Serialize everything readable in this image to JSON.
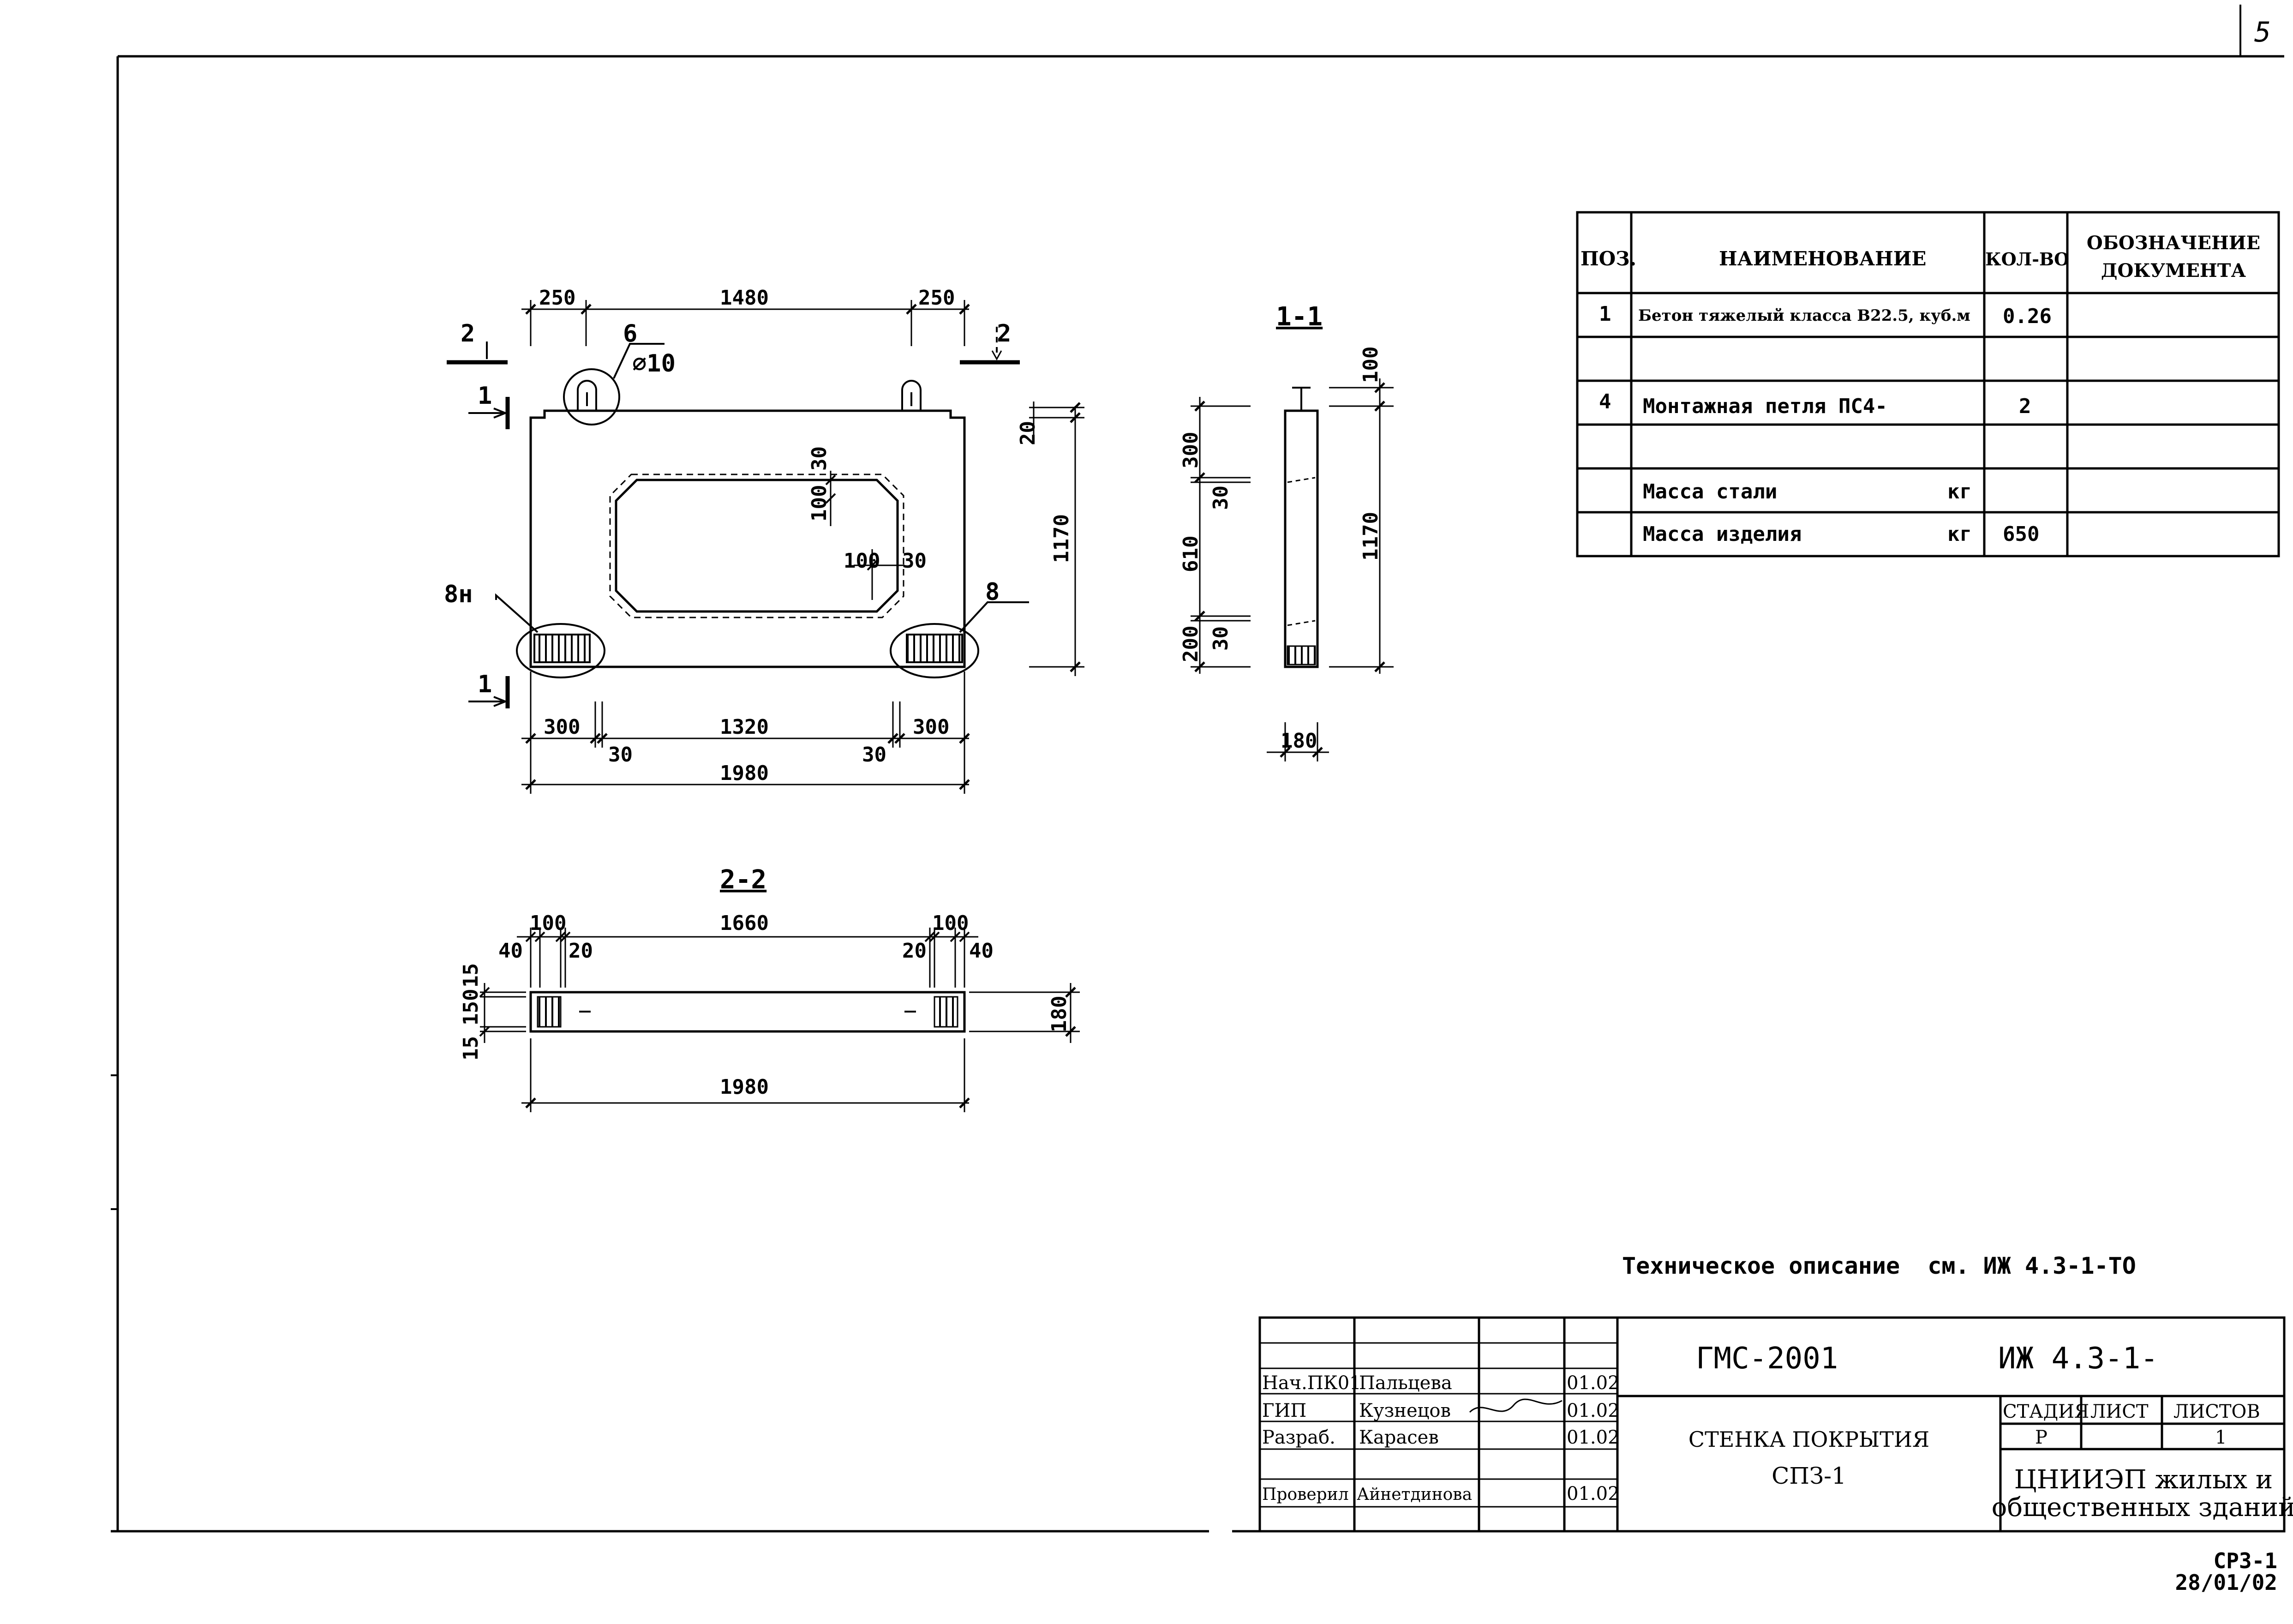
{
  "page_number": "5",
  "corner_code": "СРЗ-1",
  "corner_date": "28/01/02",
  "section_titles": {
    "s11": "1-1",
    "s22": "2-2"
  },
  "elevation": {
    "top_dims": [
      "250",
      "1480",
      "250"
    ],
    "bottom_dims": [
      "300",
      "1320",
      "300"
    ],
    "bottom_small": [
      "30",
      "30"
    ],
    "overall_width": "1980",
    "height": "1170",
    "right_top": "20",
    "opening_dims": [
      "30",
      "100",
      "100",
      "30"
    ],
    "callouts": {
      "loop_pos": "6",
      "loop_dia": "⌀10",
      "left": "8н",
      "right": "8"
    },
    "cut_marks": {
      "left2": "2",
      "right2": "2",
      "top1": "1",
      "bottom1": "1"
    }
  },
  "section11": {
    "left_dims": [
      "300",
      "30",
      "610",
      "200",
      "30"
    ],
    "top": "100",
    "height": "1170",
    "width": "180"
  },
  "section22": {
    "top_dims": [
      "40",
      "100",
      "20",
      "1660",
      "20",
      "100",
      "40"
    ],
    "left_dims": [
      "15",
      "150",
      "15"
    ],
    "right_dim": "180",
    "overall": "1980"
  },
  "spec_table": {
    "headers": {
      "pos": "ПОЗ.",
      "name": "НАИМЕНОВАНИЕ",
      "qty": "КОЛ-ВО",
      "doc": "ОБОЗНАЧЕНИЕ ДОКУМЕНТА"
    },
    "rows": [
      {
        "pos": "1",
        "name": "Бетон тяжелый класса В22.5, куб.м",
        "unit": "",
        "qty": "0.26"
      },
      {
        "pos": "",
        "name": "",
        "unit": "",
        "qty": ""
      },
      {
        "pos": "4",
        "name": "Монтажная петля ПС4-",
        "unit": "",
        "qty": "2"
      },
      {
        "pos": "",
        "name": "",
        "unit": "",
        "qty": ""
      },
      {
        "pos": "",
        "name": "Масса стали",
        "unit": "кг",
        "qty": ""
      },
      {
        "pos": "",
        "name": "Масса изделия",
        "unit": "кг",
        "qty": "650"
      }
    ]
  },
  "note": "Техническое описание  см. ИЖ 4.3-1-ТО",
  "title_block": {
    "code": "ГМС-2001",
    "doc_number": "ИЖ 4.3-1-",
    "title_line1": "СТЕНКА ПОКРЫТИЯ",
    "title_line2": "СПЗ-1",
    "stage_label": "СТАДИЯ",
    "sheet_label": "ЛИСТ",
    "sheets_label": "ЛИСТОВ",
    "stage": "Р",
    "sheet": "",
    "sheets": "1",
    "org_line1": "ЦНИИЭП жилых и",
    "org_line2": "общественных зданий",
    "people": [
      {
        "role": "Нач.ПК01",
        "name": "Пальцева",
        "date": "01.02"
      },
      {
        "role": "ГИП",
        "name": "Кузнецов",
        "date": "01.02"
      },
      {
        "role": "Разраб.",
        "name": "Карасев",
        "date": "01.02"
      },
      {
        "role": "Проверил",
        "name": "Айнетдинова",
        "date": "01.02"
      }
    ]
  }
}
